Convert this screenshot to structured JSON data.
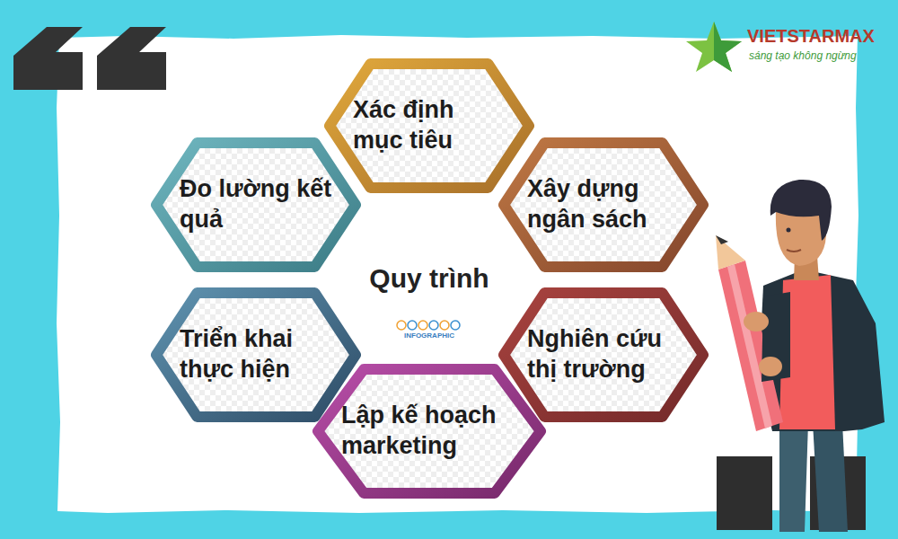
{
  "diagram": {
    "title": "Quy trình",
    "nodes": [
      {
        "text": [
          "Xác định mục tiêu"
        ]
      },
      {
        "text": [
          "Xây dựng ngân sách"
        ]
      },
      {
        "text": [
          "Nghiên cứu thị trường"
        ]
      },
      {
        "text": [
          "Lập kế hoạch marketing"
        ]
      },
      {
        "text": [
          "Triển khai thực hiện"
        ]
      },
      {
        "text": [
          "Đo lường kết quả"
        ]
      }
    ],
    "labels": [
      "INFOGRAPHIC",
      "VIETSTARMAX",
      "sáng tạo không ngừng"
    ]
  }
}
